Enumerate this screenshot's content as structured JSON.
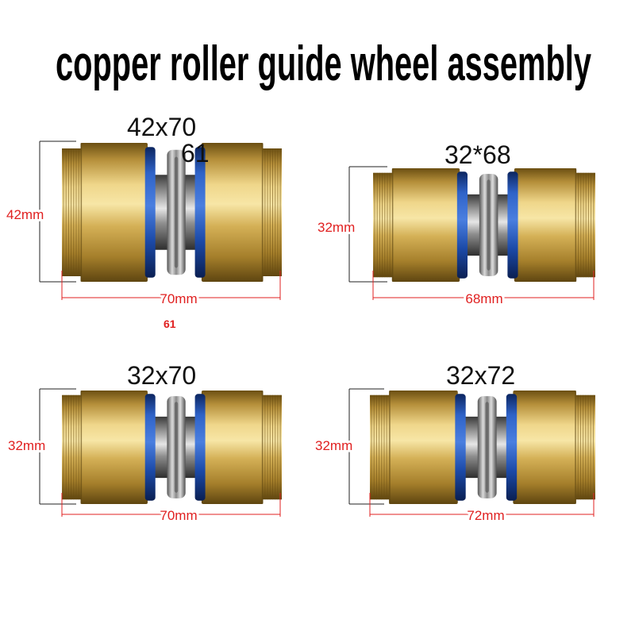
{
  "title": "copper roller guide wheel assembly",
  "assemblies": [
    {
      "size_label": "42x70",
      "sub_label": "61",
      "height_label": "42mm",
      "width_label": "70mm",
      "note": "61"
    },
    {
      "size_label": "32*68",
      "height_label": "32mm",
      "width_label": "68mm"
    },
    {
      "size_label": "32x70",
      "height_label": "32mm",
      "width_label": "70mm"
    },
    {
      "size_label": "32x72",
      "height_label": "32mm",
      "width_label": "72mm"
    }
  ],
  "colors": {
    "dimension": "#e02020",
    "bracket": "#222222",
    "brass": "#d4b056",
    "seal_ring": "#2f63c8",
    "steel": "#9a9a9a"
  }
}
